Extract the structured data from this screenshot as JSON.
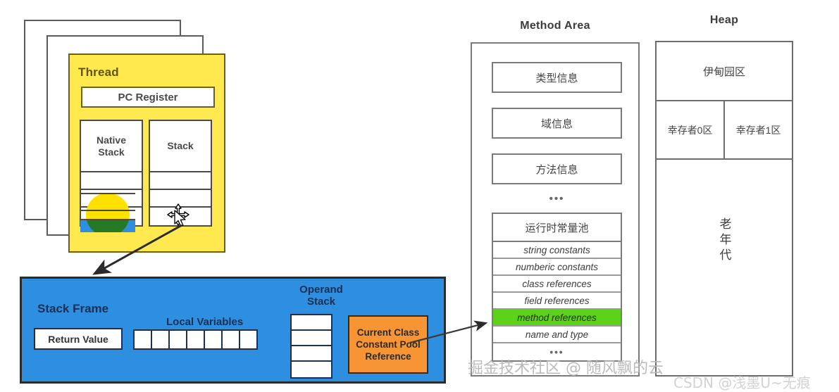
{
  "thread": {
    "title": "Thread",
    "pc_register": "PC Register",
    "native_stack": "Native\nStack",
    "native_stack_label": "Native Stack",
    "stack_label": "Stack",
    "native_slot_count": 3,
    "stack_slot_count": 3
  },
  "stack_frame": {
    "title": "Stack Frame",
    "return_value": "Return Value",
    "local_variables_label": "Local Variables",
    "local_variable_cells": 7,
    "operand_stack_label": "Operand Stack",
    "operand_stack_cells": 4,
    "current_class_constant_pool_reference": "Current Class Constant Pool Reference",
    "ccp_lines": [
      "Current Class",
      "Constant Pool",
      "Reference"
    ]
  },
  "method_area": {
    "title": "Method Area",
    "items": [
      {
        "label": "类型信息"
      },
      {
        "label": "域信息"
      },
      {
        "label": "方法信息"
      }
    ],
    "ellipsis": "•••",
    "runtime_constant_pool": {
      "header": "运行时常量池",
      "rows": [
        {
          "label": "string constants",
          "highlighted": false
        },
        {
          "label": "numberic constants",
          "highlighted": false
        },
        {
          "label": "class references",
          "highlighted": false
        },
        {
          "label": "field references",
          "highlighted": false
        },
        {
          "label": "method references",
          "highlighted": true
        },
        {
          "label": "name and type",
          "highlighted": false
        },
        {
          "label": "•••",
          "highlighted": false
        }
      ]
    }
  },
  "heap": {
    "title": "Heap",
    "eden": "伊甸园区",
    "survivor_0": "幸存者0区",
    "survivor_1": "幸存者1区",
    "old_generation": "老年代"
  },
  "watermarks": {
    "juejin": "掘金技术社区 @ 随风飘的云",
    "csdn": "CSDN @浅墨U~无痕"
  },
  "colors": {
    "thread_fill": "#ffe94f",
    "thread_border": "#6b6114",
    "stack_frame_fill": "#2e8fe0",
    "constant_pool_ref_fill": "#f79433",
    "method_references_highlight": "#5cd319",
    "box_border": "#7a7a7a",
    "heap_border": "#6d6d6d"
  },
  "cursor": {
    "icon": "move-cursor",
    "pointer": "arrow-pointer"
  }
}
